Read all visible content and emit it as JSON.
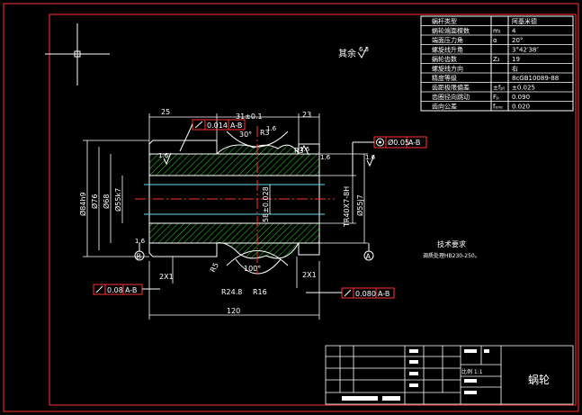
{
  "params_table": {
    "rows": [
      {
        "name": "蜗杆类型",
        "sym": "",
        "val": "阿基米德"
      },
      {
        "name": "蜗轮端面模数",
        "sym": "mₜ",
        "val": "4"
      },
      {
        "name": "端面压力角",
        "sym": "α",
        "val": "20°"
      },
      {
        "name": "螺旋线升角",
        "sym": "",
        "val": "3°42′38″"
      },
      {
        "name": "蜗轮齿数",
        "sym": "Z₂",
        "val": "19"
      },
      {
        "name": "螺旋线方向",
        "sym": "",
        "val": "右"
      },
      {
        "name": "精度等级",
        "sym": "",
        "val": "8cGB10089-88"
      },
      {
        "name": "齿距极限偏差",
        "sym": "±fₚₜ",
        "val": "±0.025"
      },
      {
        "name": "齿圈径向跳动",
        "sym": "Fₚ",
        "val": "0.090"
      },
      {
        "name": "齿向公差",
        "sym": "fₑₙₑ",
        "val": "0.020"
      }
    ]
  },
  "surface_rest": {
    "label": "其余",
    "value": "6.3"
  },
  "tech_req": {
    "title": "技术要求",
    "line1": "调质处理HB230-250。"
  },
  "title_block": {
    "drawing_name": "蜗轮",
    "scale_text": "比例 1:1"
  },
  "dims": {
    "d25": "25",
    "d31": "31±0.1",
    "d23": "23",
    "d120": "120",
    "phi84": "Ø84h9",
    "phi76": "Ø76",
    "phi68": "Ø68",
    "phi55k7": "Ø55k7",
    "phi55j7": "Ø55j7",
    "bore": "58±0.028",
    "tr": "TR40X7-8H",
    "chamfer_l": "2X1",
    "chamfer_r": "2X1",
    "r248": "R24.8",
    "r16": "R16",
    "ang_top": "30°",
    "ang100": "100°",
    "r5": "R5",
    "r3": "R3",
    "r3b": "R3"
  },
  "roughness": {
    "r1": "1.6",
    "r2": "1.6",
    "r3": "1.6",
    "r4": "1.6",
    "r5": "1.6",
    "r6": "1.6"
  },
  "tolerances": {
    "runout_top": {
      "value": "0.014",
      "datum": "A-B"
    },
    "concentric": {
      "value": "Ø0.05",
      "datum": "A-B"
    },
    "runout_bl": {
      "value": "0.08",
      "datum": "A-B"
    },
    "runout_br": {
      "value": "0.080",
      "datum": "A-B"
    }
  },
  "datums": {
    "a": "A",
    "b": "B"
  }
}
